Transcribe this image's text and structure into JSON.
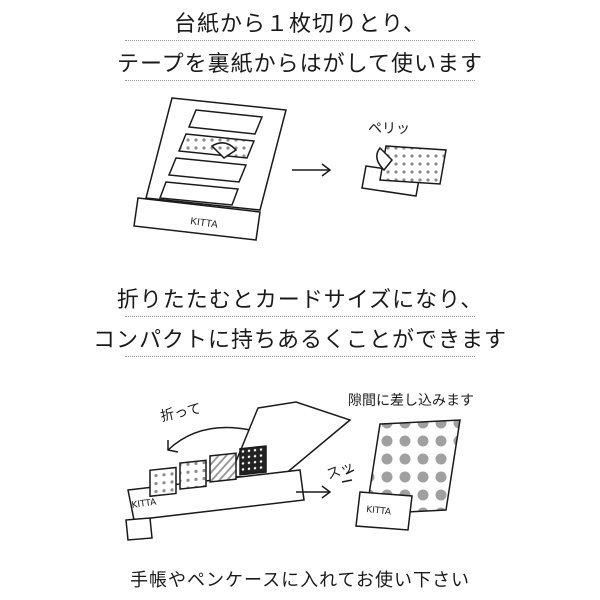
{
  "section1": {
    "line1": "台紙から１枚切りとり、",
    "line2": "テープを裏紙からはがして使います",
    "peel_label": "ペリッ",
    "brand": "KITTA"
  },
  "section2": {
    "line1": "折りたたむとカードサイズになり、",
    "line2": "コンパクトに持ちあるくことができます",
    "fold_label": "折って",
    "insert_label": "隙間に差し込みます",
    "sound_label": "スッ",
    "brand": "KITTA"
  },
  "footer": {
    "text": "手帳やペンケースに入れてお使い下さい"
  },
  "colors": {
    "ink": "#1a1a1a",
    "dot_pattern": "#8c8c8c",
    "rule": "#999999"
  }
}
